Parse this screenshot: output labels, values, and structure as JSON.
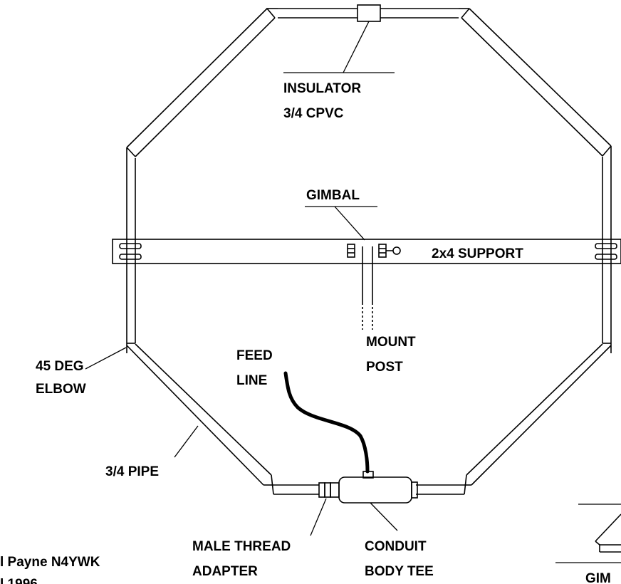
{
  "labels": {
    "insulator": "INSULATOR",
    "insulator_material": "3/4 CPVC",
    "gimbal": "GIMBAL",
    "support": "2x4 SUPPORT",
    "mount_line1": "MOUNT",
    "mount_line2": "POST",
    "feed_line1": "FEED",
    "feed_line2": "LINE",
    "elbow_line1": "45 DEG",
    "elbow_line2": "ELBOW",
    "pipe": "3/4 PIPE",
    "male_line1": "MALE THREAD",
    "male_line2": "ADAPTER",
    "conduit_line1": "CONDUIT",
    "conduit_line2": "BODY TEE",
    "author": "l Payne N4YWK",
    "year": "l 1996",
    "gimbal_detail": "GIM"
  },
  "colors": {
    "line": "#000000",
    "background": "#ffffff"
  }
}
